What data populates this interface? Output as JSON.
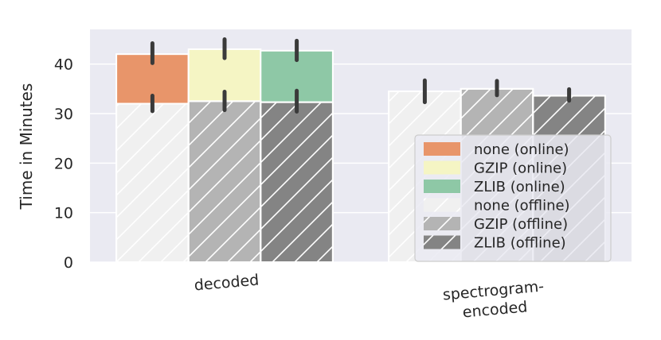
{
  "chart_data": {
    "type": "bar",
    "style": "stacked bars with hatching, seaborn darkgrid",
    "ylabel": "Time in Minutes",
    "ylim": [
      0,
      47
    ],
    "yticks": [
      0,
      10,
      20,
      30,
      40
    ],
    "categories": [
      "decoded",
      "spectrogram-\nencoded"
    ],
    "grid": true,
    "legend_position": "lower-right",
    "series": [
      {
        "name": "none (online)",
        "color": "#e8956a",
        "hatch": false,
        "values": [
          42.0,
          null
        ],
        "err_low": [
          40.2,
          null
        ],
        "err_high": [
          44.2,
          null
        ]
      },
      {
        "name": "GZIP (online)",
        "color": "#f5f5c4",
        "hatch": false,
        "values": [
          43.0,
          null
        ],
        "err_low": [
          41.2,
          null
        ],
        "err_high": [
          45.0,
          null
        ]
      },
      {
        "name": "ZLIB (online)",
        "color": "#8ec8a6",
        "hatch": false,
        "values": [
          42.7,
          null
        ],
        "err_low": [
          40.8,
          null
        ],
        "err_high": [
          44.7,
          null
        ]
      },
      {
        "name": "none (offline)",
        "color": "#f0f0f0",
        "hatch": true,
        "values": [
          32.0,
          34.5
        ],
        "err_low": [
          30.5,
          32.3
        ],
        "err_high": [
          33.6,
          36.7
        ]
      },
      {
        "name": "GZIP (offline)",
        "color": "#b4b4b4",
        "hatch": true,
        "values": [
          32.5,
          35.0
        ],
        "err_low": [
          30.7,
          33.7
        ],
        "err_high": [
          34.4,
          36.6
        ]
      },
      {
        "name": "ZLIB (offline)",
        "color": "#848484",
        "hatch": true,
        "values": [
          32.3,
          33.6
        ],
        "err_low": [
          30.4,
          32.6
        ],
        "err_high": [
          34.6,
          34.9
        ]
      }
    ]
  }
}
